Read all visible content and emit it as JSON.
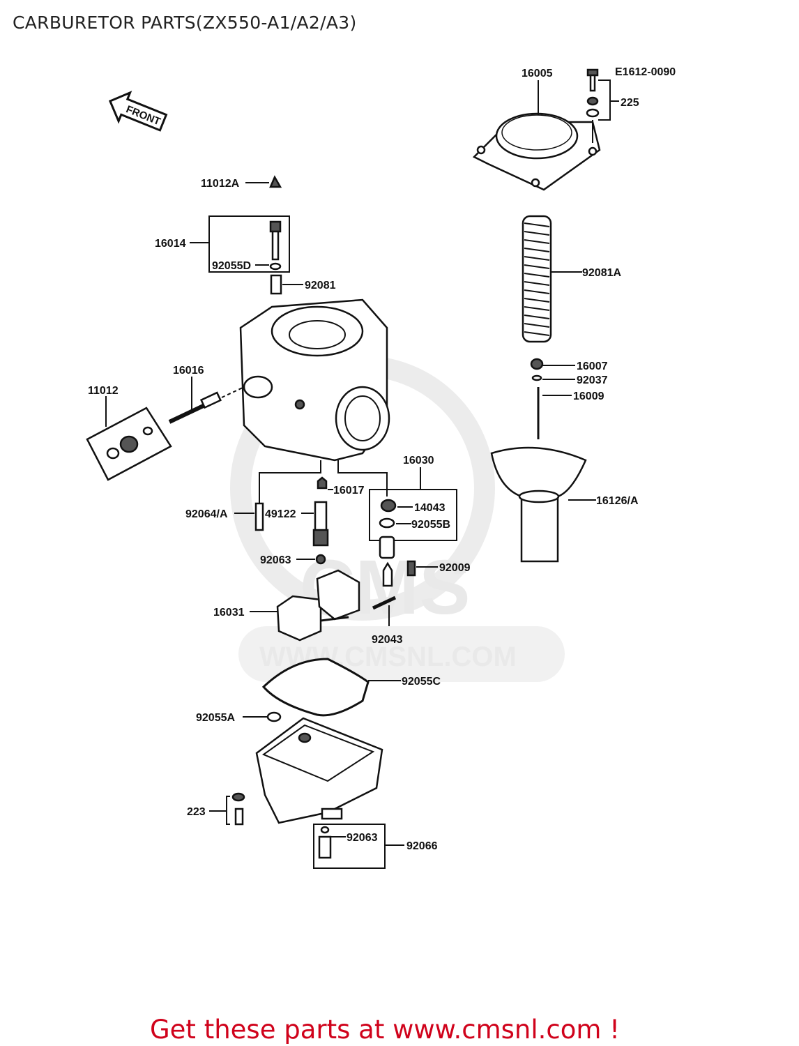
{
  "page": {
    "title": "CARBURETOR PARTS(ZX550-A1/A2/A3)"
  },
  "diagram": {
    "ref_code": "E1612-0090",
    "front_label": "FRONT",
    "watermark": {
      "brand": "CMS",
      "url": "WWW.CMSNL.COM"
    },
    "callouts": {
      "p16005": "16005",
      "p225": "225",
      "p11012A": "11012A",
      "p16014": "16014",
      "p92055D": "92055D",
      "p92081": "92081",
      "p92081A": "92081A",
      "p16016": "16016",
      "p11012": "11012",
      "p16007": "16007",
      "p92037": "92037",
      "p16009": "16009",
      "p16030": "16030",
      "p16017": "16017",
      "p14043": "14043",
      "p92064A": "92064/A",
      "p49122": "49122",
      "p92055B": "92055B",
      "p16126A": "16126/A",
      "p92063": "92063",
      "p92009": "92009",
      "p16031": "16031",
      "p92043": "92043",
      "p92055C": "92055C",
      "p92055A": "92055A",
      "p223": "223",
      "p92063b": "92063",
      "p92066": "92066"
    }
  },
  "footer": {
    "link_text": "Get these parts at www.cmsnl.com !",
    "link_color": "#d0021b"
  }
}
